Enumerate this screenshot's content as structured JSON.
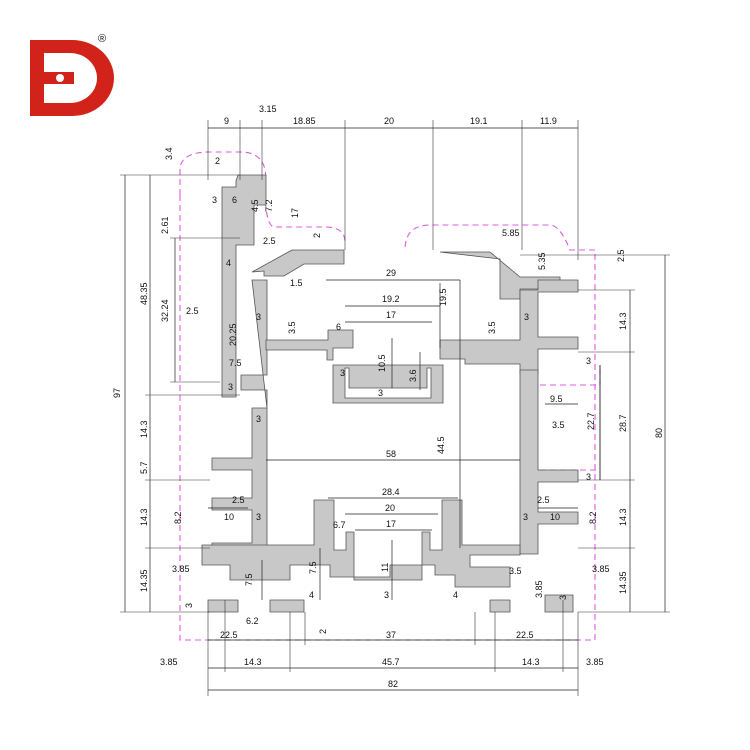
{
  "logo": {
    "registered_mark": "®"
  },
  "colors": {
    "logo": "#d2231a",
    "profile_fill": "#c8c8c8",
    "section_outline": "#e05ce0"
  },
  "top_dims": {
    "d9": "9",
    "d3_15": "3.15",
    "d18_85": "18.85",
    "d20": "20",
    "d19_1": "19.1",
    "d11_9": "11.9"
  },
  "left_dims": {
    "d3_4": "3.4",
    "d2_top": "2",
    "d3_a": "3",
    "d6": "6",
    "d4_5": "4.5",
    "d7_2": "7.2",
    "d17_top": "17",
    "d2_61": "2.61",
    "d2_5_a": "2.5",
    "d2_slot": "2",
    "d4": "4",
    "d1_5": "1.5",
    "d48_35": "48.35",
    "d32_24": "32.24",
    "d97": "97",
    "d2_5_b": "2.5",
    "d20_25": "20.25",
    "d3_b": "3",
    "d7_5": "7.5",
    "d3_c": "3",
    "d14_3_a": "14.3",
    "d3_d": "3",
    "d5_7": "5.7",
    "d14_3_b": "14.3",
    "d8_2": "8.2",
    "d2_5_c": "2.5",
    "d10": "10",
    "d3_e": "3",
    "d14_35": "14.35",
    "d3_85": "3.85",
    "d7_5_b": "7.5",
    "d3_f": "3",
    "d6_2": "6.2"
  },
  "center_dims": {
    "d29": "29",
    "d19_2": "19.2",
    "d17_a": "17",
    "d19_5": "19.5",
    "d6": "6",
    "d3_5_a": "3.5",
    "d3_5_b": "3.5",
    "d10_5": "10.5",
    "d3_6": "3.6",
    "d3_g": "3",
    "d3_h": "3",
    "d44_5": "44.5",
    "d58": "58",
    "d28_4": "28.4",
    "d20_b": "20",
    "d17_b": "17",
    "d6_7": "6.7",
    "d11": "11",
    "d7_5_c": "7.5",
    "d4_a": "4",
    "d3_i": "3",
    "d4_b": "4",
    "d3_5_c": "3.5",
    "d2_b": "2"
  },
  "right_dims": {
    "d5_85": "5.85",
    "d5_35": "5.35",
    "d2_5_r": "2.5",
    "d3_r1": "3",
    "d14_3_r1": "14.3",
    "d3_r2": "3",
    "d9_5": "9.5",
    "d3_5_r": "3.5",
    "d22_7": "22.7",
    "d28_7": "28.7",
    "d80": "80",
    "d3_r3": "3",
    "d2_5_r2": "2.5",
    "d10_r": "10",
    "d8_2_r": "8.2",
    "d14_3_r2": "14.3",
    "d3_r4": "3",
    "d3_85_r": "3.85",
    "d3_85_r2": "3.85",
    "d14_35_r": "14.35",
    "d3_r5": "3"
  },
  "bottom_dims": {
    "d22_5_l": "22.5",
    "d37": "37",
    "d22_5_r": "22.5",
    "d3_85_l": "3.85",
    "d14_3_l": "14.3",
    "d45_7": "45.7",
    "d14_3_r": "14.3",
    "d3_85_r": "3.85",
    "d82": "82"
  }
}
